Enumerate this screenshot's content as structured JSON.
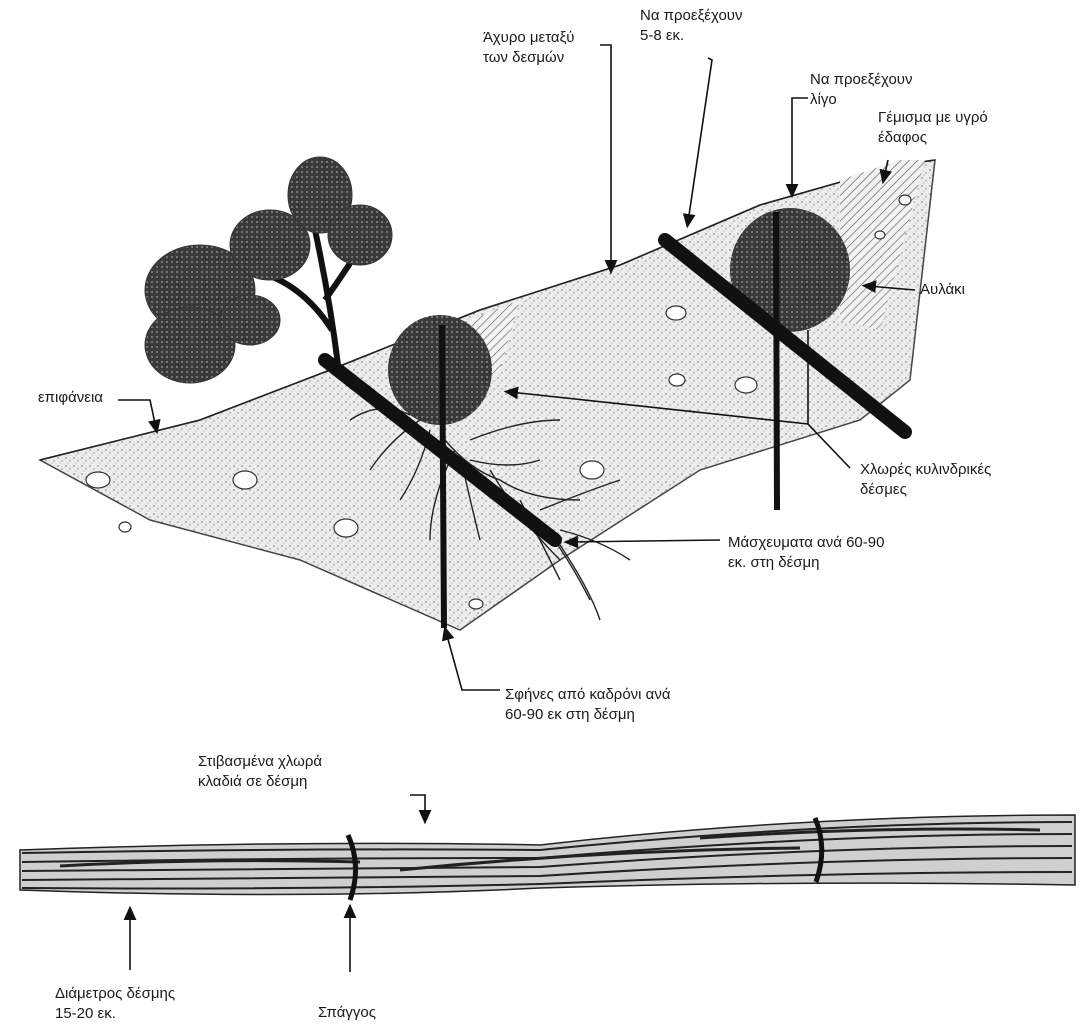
{
  "labels": {
    "straw": "Άχυρο μεταξύ\nτων δεσμών",
    "protrude_5_8": "Να προεξέχουν\n5-8 εκ.",
    "protrude_slightly": "Να προεξέχουν\nλίγο",
    "fill_wet_soil": "Γέμισμα με υγρό\nέδαφος",
    "trench": "Αυλάκι",
    "surface": "επιφάνεια",
    "live_bundles": "Χλωρές κυλινδρικές\nδέσμες",
    "stakes_spacing": "Μάσχευματα ανά 60-90\nεκ. στη δέσμη",
    "wooden_stakes": "Σφήνες από καδρόνι ανά\n60-90 εκ στη δέσμη",
    "stacked_branches": "Στιβασμένα χλωρά\nκλαδιά σε δέσμη",
    "bundle_diameter": "Διάμετρος δέσμης\n15-20 εκ.",
    "twine": "Σπάγγος"
  },
  "colors": {
    "ink": "#111111",
    "soil": "#dcdcdc",
    "fill": "#bbbbbb",
    "foliage": "#4a4a4a"
  }
}
